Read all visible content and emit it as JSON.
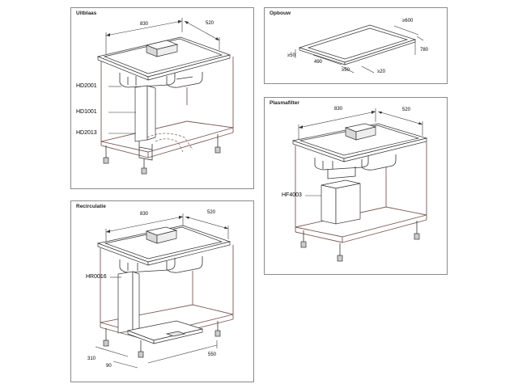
{
  "panels": {
    "uitblaas": {
      "title": "Uitblaas",
      "dim_width": "830",
      "dim_depth": "520",
      "labels": [
        "HD2001",
        "HD1001",
        "HD2013"
      ]
    },
    "opbouw": {
      "title": "Opbouw",
      "dims": [
        "≥600",
        "780",
        "490",
        "≥50",
        "≥50",
        "≥20"
      ]
    },
    "plasmafilter": {
      "title": "Plasmafilter",
      "dim_width": "830",
      "dim_depth": "520",
      "labels": [
        "HF4003"
      ]
    },
    "recirculatie": {
      "title": "Recirculatie",
      "dim_width": "830",
      "dim_depth": "520",
      "labels": [
        "HR0016"
      ],
      "floor_dims": [
        "310",
        "90",
        "550"
      ]
    }
  },
  "colors": {
    "panel_border": "#8a8a8a",
    "line": "#333333",
    "cabinet_brown": "#7a5a55",
    "hob_top": "#ffffff"
  }
}
